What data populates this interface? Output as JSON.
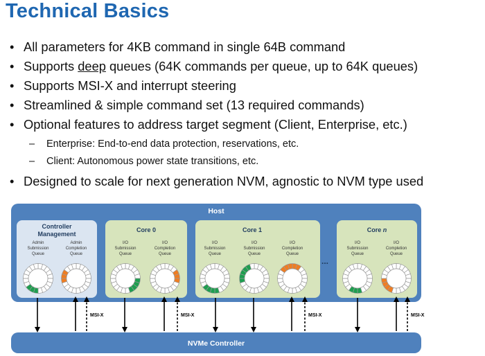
{
  "title": "Technical Basics",
  "bullets": {
    "b1": "All parameters for 4KB command in single 64B command",
    "b2_pre": "Supports ",
    "b2_u": "deep",
    "b2_post": " queues (64K commands per queue, up to 64K queues)",
    "b3": "Supports MSI-X and interrupt steering",
    "b4": "Streamlined & simple command set (13 required commands)",
    "b5": "Optional features to address target segment (Client, Enterprise, etc.)",
    "s1": "Enterprise: End-to-end data protection, reservations, etc.",
    "s2": "Client: Autonomous power state transitions, etc.",
    "b6": "Designed to scale for next generation NVM, agnostic to NVM type used",
    "bullet_char": "•",
    "dash_char": "–"
  },
  "diagram": {
    "host_label": "Host",
    "controller_label": "NVMe Controller",
    "msix_label": "MSI-X",
    "ellipsis": "...",
    "mgmt": {
      "title_line1": "Controller",
      "title_line2": "Management",
      "q1_l1": "Admin",
      "q1_l2": "Submission",
      "q1_l3": "Queue",
      "q2_l1": "Admin",
      "q2_l2": "Completion",
      "q2_l3": "Queue"
    },
    "core0": {
      "title": "Core 0"
    },
    "core1": {
      "title": "Core 1"
    },
    "coren": {
      "title_prefix": "Core ",
      "title_n": "n"
    },
    "io_sub": {
      "l1": "I/O",
      "l2": "Submission",
      "l3": "Queue"
    },
    "io_comp": {
      "l1": "I/O",
      "l2": "Completion",
      "l3": "Queue"
    }
  },
  "colors": {
    "title": "#1f67b1",
    "host_box": "#4f81bd",
    "core_box": "#d7e4bc",
    "mgmt_box": "#dbe5f1",
    "green_fill": "#1e9e4f",
    "orange_fill": "#ef7d22"
  }
}
